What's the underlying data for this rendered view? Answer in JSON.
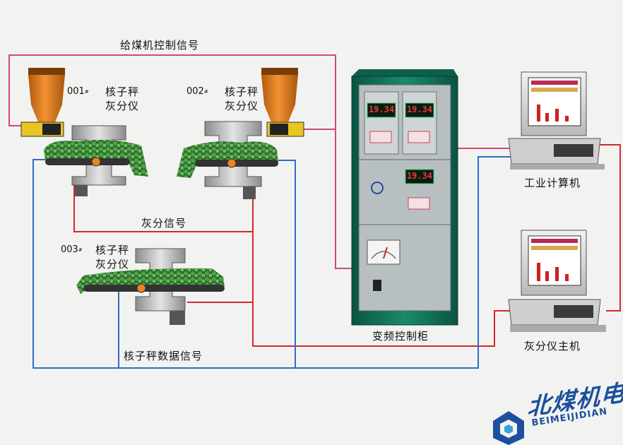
{
  "signals": {
    "feeder_control": "给煤机控制信号",
    "ash_signal": "灰分信号",
    "nuclear_scale_data": "核子秤数据信号"
  },
  "stations": [
    {
      "number": "001",
      "suffix": "#",
      "name_line1": "核子秤",
      "name_line2": "灰分仪"
    },
    {
      "number": "002",
      "suffix": "#",
      "name_line1": "核子秤",
      "name_line2": "灰分仪"
    },
    {
      "number": "003",
      "suffix": "#",
      "name_line1": "核子秤",
      "name_line2": "灰分仪"
    }
  ],
  "cabinet": {
    "label": "变频控制柜",
    "display_value": "19.34"
  },
  "computers": {
    "industrial_pc": "工业计算机",
    "ash_host": "灰分仪主机"
  },
  "logo": {
    "cn": "北煤机电",
    "en": "BEIMEIJIDIAN"
  },
  "colors": {
    "control_wire": "#d2477d",
    "ash_wire": "#d2282d",
    "data_wire": "#2c6fc4",
    "cabinet": "#12735c",
    "hopper": "#e07f1f",
    "coal": "#3d8a3a"
  }
}
